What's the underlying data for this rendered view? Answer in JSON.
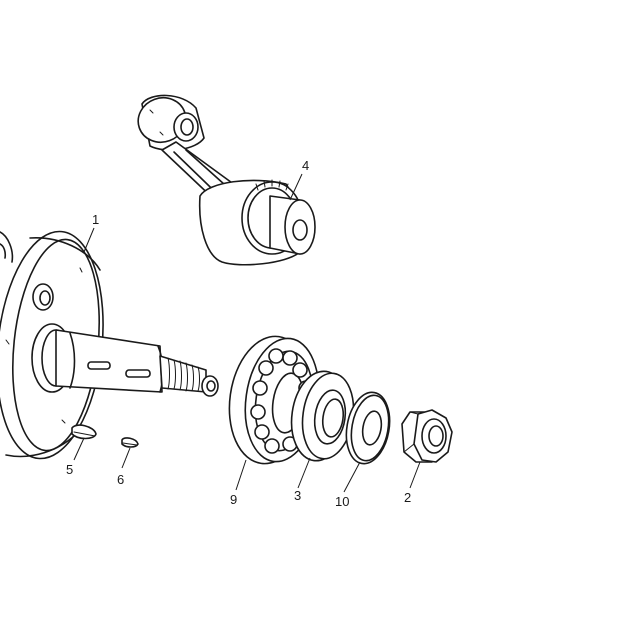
{
  "callouts": {
    "p1": "1",
    "p2": "2",
    "p3": "3",
    "p4": "4",
    "p5": "5",
    "p6": "6",
    "p9": "9",
    "p10": "10"
  }
}
